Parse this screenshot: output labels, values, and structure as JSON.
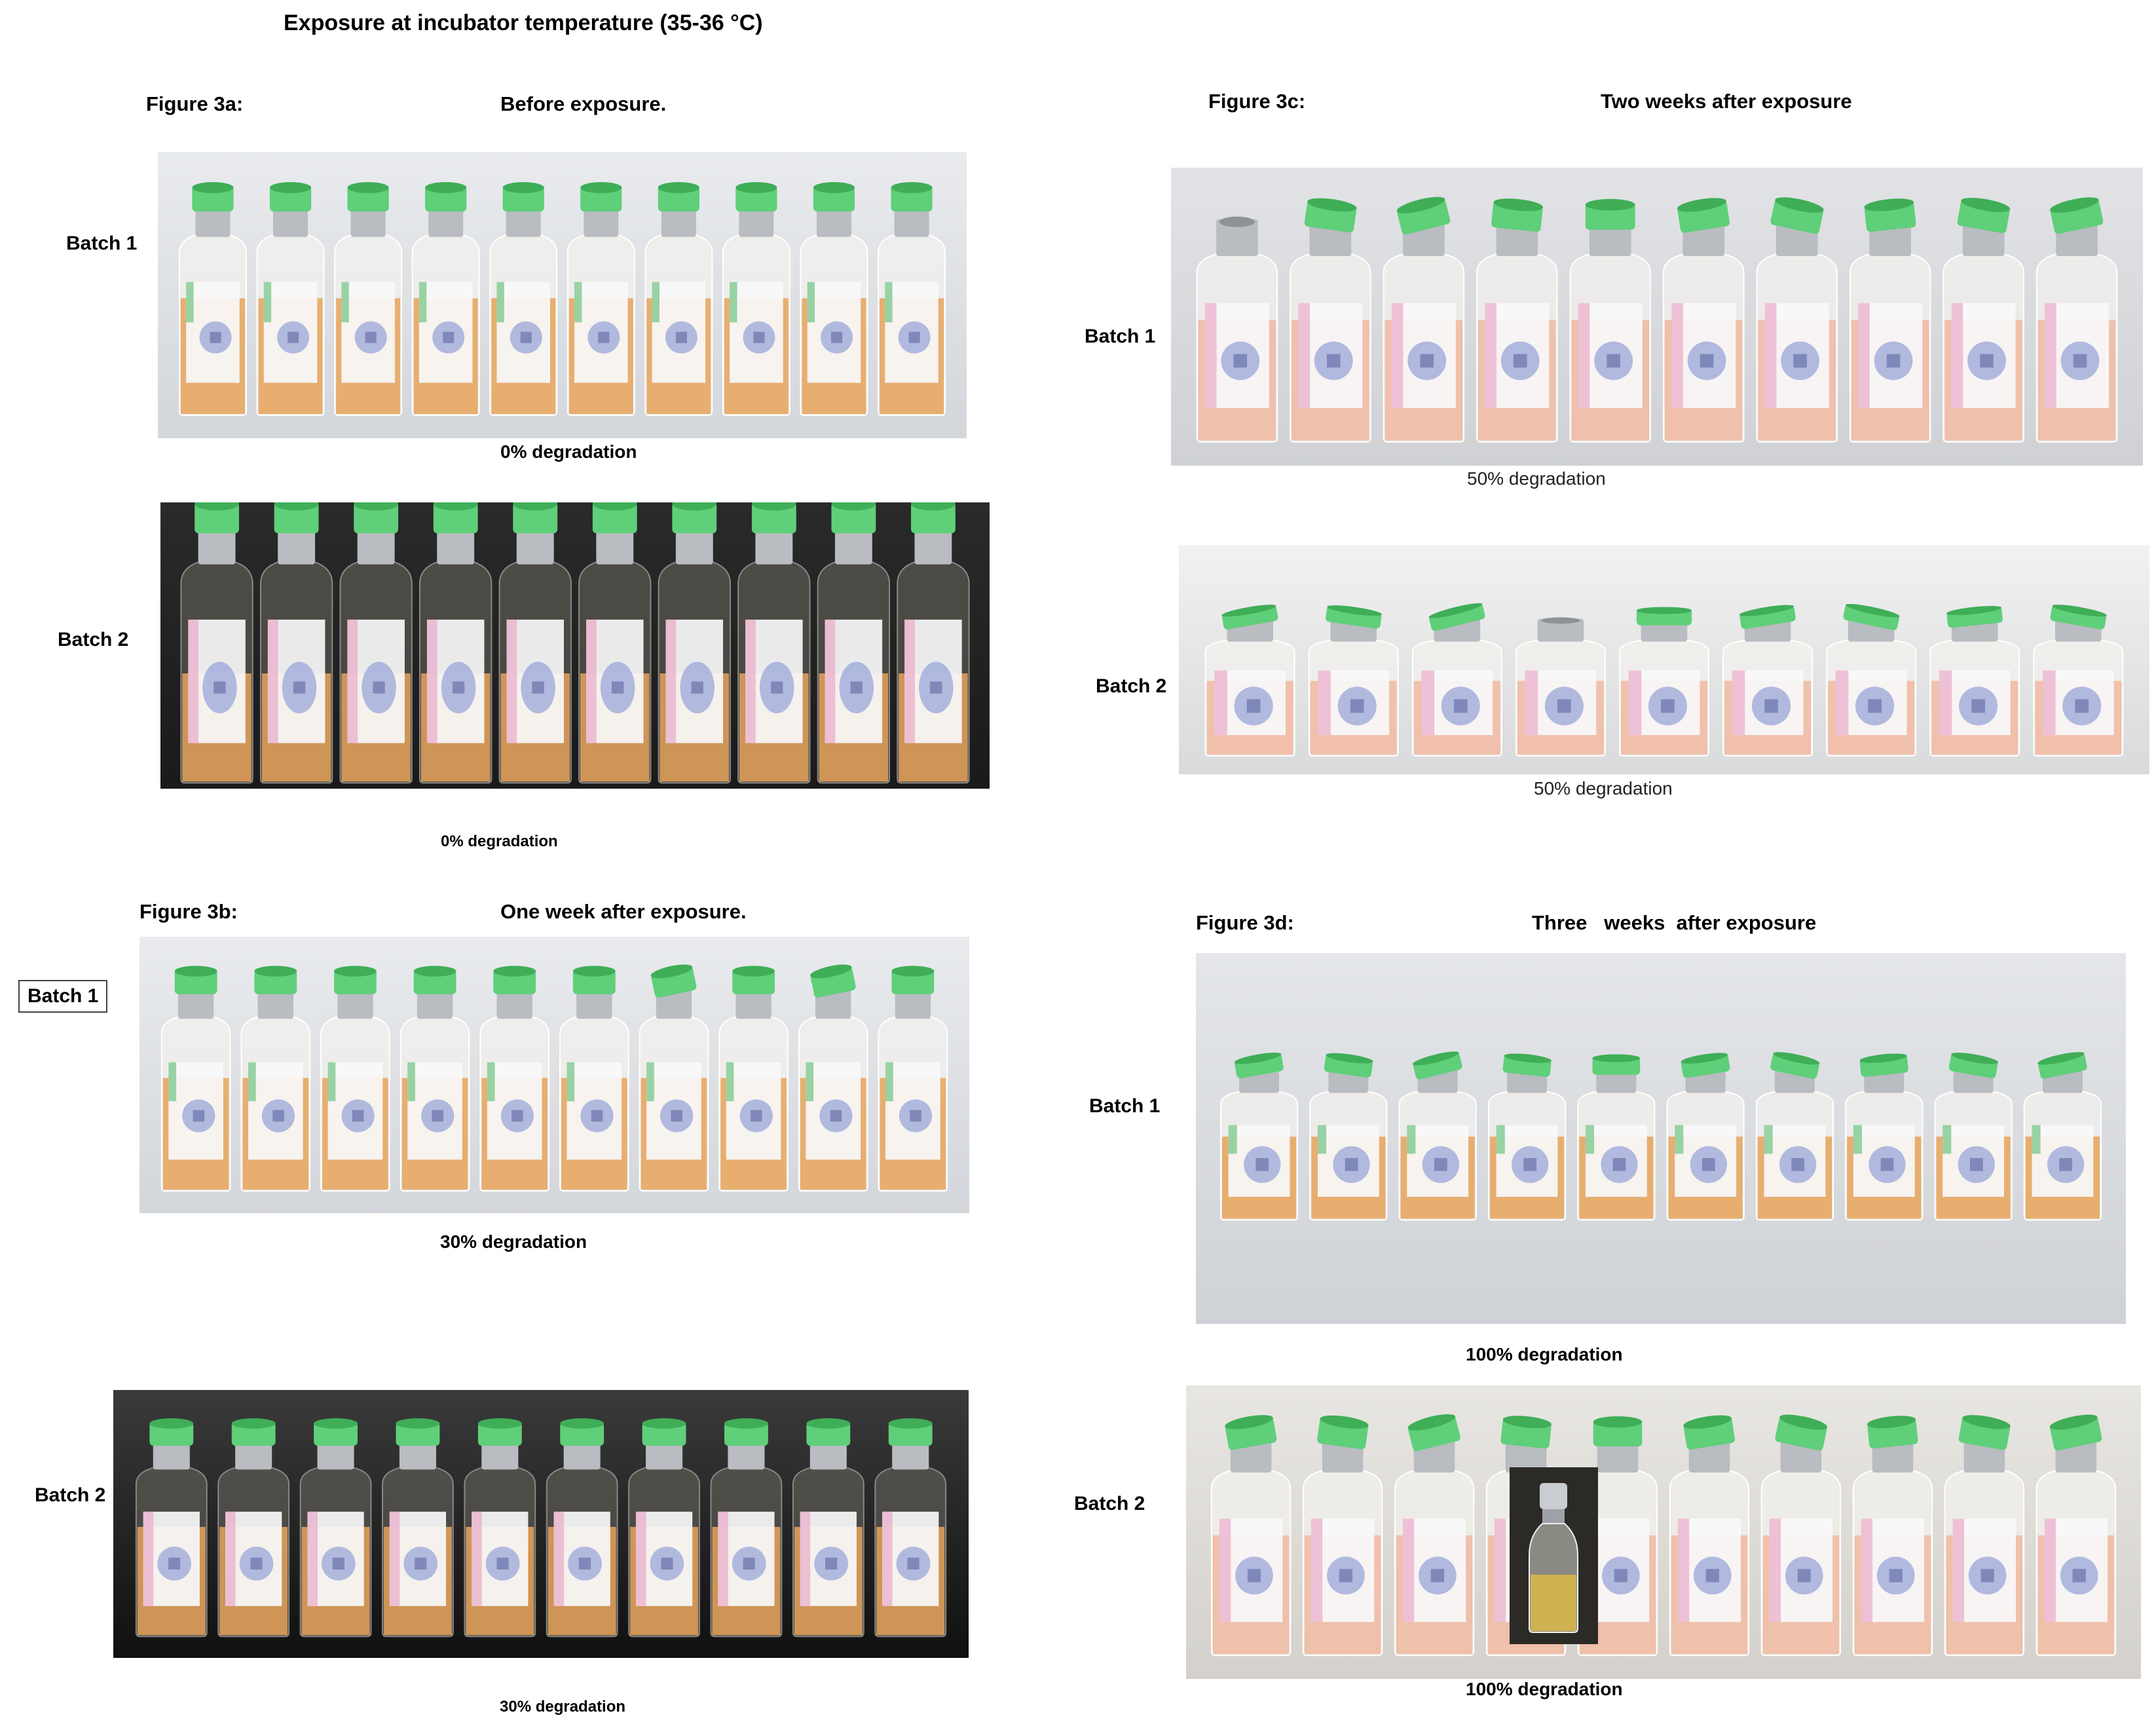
{
  "title": "Exposure at incubator temperature (35-36 °C)",
  "batch_label_1": "Batch 1",
  "batch_label_2": "Batch 2",
  "panels": {
    "a": {
      "figure_label": "Figure 3a:",
      "caption": "Before exposure.",
      "batch1_result": "0% degradation",
      "batch2_result": "0% degradation"
    },
    "b": {
      "figure_label": "Figure 3b:",
      "caption": "One week after exposure.",
      "batch1_result": "30% degradation",
      "batch2_result": "30% degradation"
    },
    "c": {
      "figure_label": "Figure 3c:",
      "caption": "Two weeks after exposure",
      "batch1_result": "50% degradation",
      "batch2_result": "50% degradation"
    },
    "d": {
      "figure_label": "Figure 3d:",
      "caption": "Three   weeks  after exposure",
      "batch1_result": "100% degradation",
      "batch2_result": "100% degradation"
    }
  },
  "colors": {
    "cap_green": "#5fcf7a",
    "cap_green_dark": "#3fae57",
    "liquid_amber": "#e6a35a",
    "liquid_pink": "#f0b8a0",
    "liquid_yellow": "#d9b84a",
    "label_circle": "#9aa6d8",
    "crimp_silver": "#b9bcc0"
  }
}
